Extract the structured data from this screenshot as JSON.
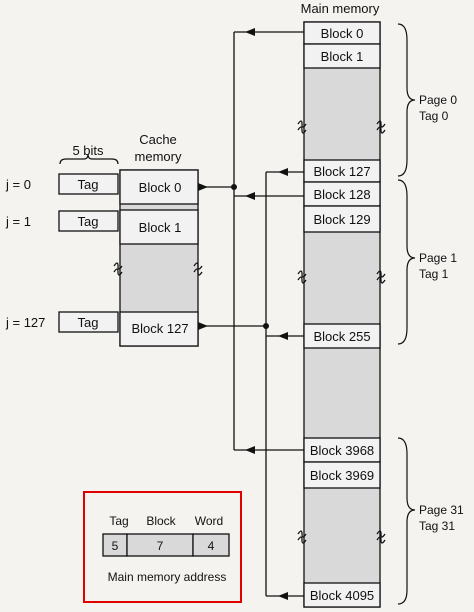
{
  "main_memory": {
    "title": "Main memory",
    "blocks": [
      "Block 0",
      "Block 1",
      "Block 127",
      "Block 128",
      "Block 129",
      "Block 255",
      "Block 3968",
      "Block 3969",
      "Block 4095"
    ]
  },
  "cache": {
    "title_line1": "Cache",
    "title_line2": "memory",
    "tag_width": "5 bits",
    "rows": [
      {
        "index": "j = 0",
        "tag": "Tag",
        "block": "Block 0"
      },
      {
        "index": "j = 1",
        "tag": "Tag",
        "block": "Block 1"
      },
      {
        "index": "j = 127",
        "tag": "Tag",
        "block": "Block 127"
      }
    ]
  },
  "pages": [
    {
      "page": "Page 0",
      "tag": "Tag 0"
    },
    {
      "page": "Page 1",
      "tag": "Tag 1"
    },
    {
      "page": "Page 31",
      "tag": "Tag 31"
    }
  ],
  "address_box": {
    "fields": [
      {
        "name": "Tag",
        "bits": "5"
      },
      {
        "name": "Block",
        "bits": "7"
      },
      {
        "name": "Word",
        "bits": "4"
      }
    ],
    "caption": "Main memory address",
    "border_color": "#e00000"
  }
}
